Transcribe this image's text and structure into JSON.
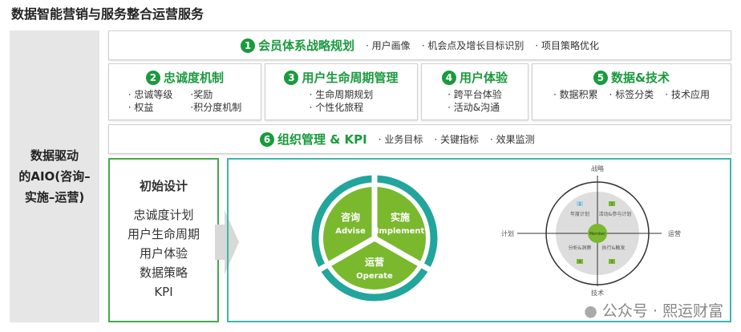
{
  "title": "数据智能营销与服务整合运营服务",
  "side_label": [
    "数据驱动",
    "的AIO(咨询–",
    "实施–运营)"
  ],
  "row1": {
    "num": "1",
    "heading": "会员体系战略规划",
    "items": [
      "· 用户画像",
      "· 机会点及增长目标识别",
      "· 项目策略优化"
    ]
  },
  "row2": [
    {
      "num": "2",
      "heading": "忠诚度机制",
      "items": [
        "· 忠诚等级",
        "·奖励",
        "· 权益",
        "·积分度机制"
      ]
    },
    {
      "num": "3",
      "heading": "用户生命周期管理",
      "items": [
        "· 生命周期规划",
        "· 个性化旅程"
      ]
    },
    {
      "num": "4",
      "heading": "用户体验",
      "items": [
        "· 跨平台体验",
        "· 活动&沟通"
      ]
    },
    {
      "num": "5",
      "heading": "数据&技术",
      "items": [
        "· 数据积累",
        "· 标签分类",
        "· 技术应用"
      ]
    }
  ],
  "row3": {
    "num": "6",
    "heading": "组织管理 & KPI",
    "items": [
      "· 业务目标",
      "· 关键指标",
      "· 效果监测"
    ]
  },
  "initial": {
    "heading": "初始设计",
    "items": [
      "忠诚度计划",
      "用户生命周期",
      "用户体验",
      "数据策略",
      "KPI"
    ]
  },
  "cycle": [
    {
      "cn": "咨询",
      "en": "Advise"
    },
    {
      "cn": "实施",
      "en": "Implement"
    },
    {
      "cn": "运营",
      "en": "Operate"
    }
  ],
  "wheel": {
    "axes": {
      "top": "战略",
      "right": "运营",
      "bottom": "技术",
      "left": "计划"
    },
    "center": "Member",
    "quadrants": [
      {
        "num": "1",
        "label": "年度计划"
      },
      {
        "num": "2",
        "label": "活动&参与计划"
      },
      {
        "num": "3",
        "label": "执行&触发"
      },
      {
        "num": "4",
        "label": "分析&洞察"
      }
    ]
  },
  "watermark": "公众号 · 熙运财富",
  "colors": {
    "green": "#1a9a3e",
    "light_green": "#7ab82e",
    "teal": "#22a59c"
  }
}
